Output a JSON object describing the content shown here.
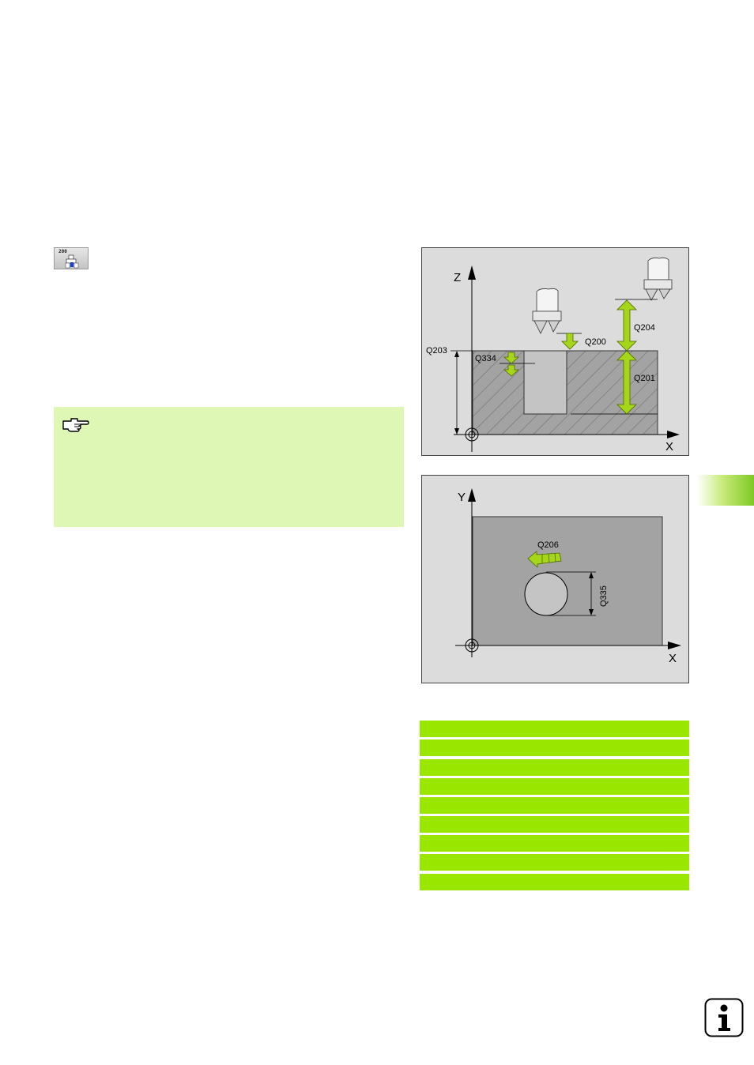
{
  "cycle_icon": {
    "number": "200",
    "icon": "drilling-cycle-icon"
  },
  "note": {
    "icon": "pointing-hand-icon"
  },
  "figure1": {
    "axis_vertical": "Z",
    "axis_horizontal": "X",
    "labels": {
      "q203": "Q203",
      "q334": "Q334",
      "q200": "Q200",
      "q204": "Q204",
      "q201": "Q201"
    }
  },
  "figure2": {
    "axis_vertical": "Y",
    "axis_horizontal": "X",
    "labels": {
      "q206": "Q206",
      "q335": "Q335"
    }
  },
  "colors": {
    "accent_green": "#99e600",
    "note_bg": "#def7b4",
    "arrow_green": "#a6d61a"
  },
  "parameter_bars": [
    {
      "label": ""
    },
    {
      "label": ""
    },
    {
      "label": ""
    },
    {
      "label": ""
    },
    {
      "label": ""
    },
    {
      "label": ""
    },
    {
      "label": ""
    },
    {
      "label": ""
    },
    {
      "label": ""
    }
  ],
  "info_button": {
    "icon": "info-icon",
    "glyph": "i"
  }
}
